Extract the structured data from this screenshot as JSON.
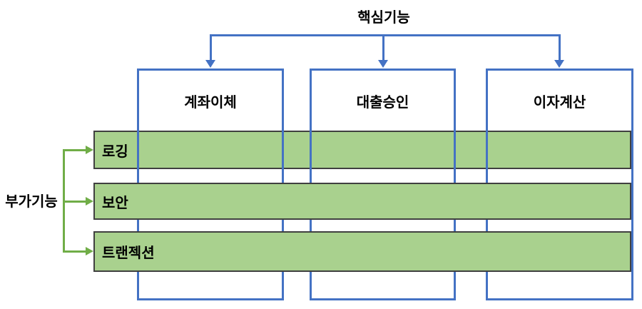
{
  "diagram": {
    "title_area": {
      "core_label": "핵심기능",
      "side_label": "부가기능"
    },
    "core_modules": [
      {
        "label": "계좌이체"
      },
      {
        "label": "대출승인"
      },
      {
        "label": "이자계산"
      }
    ],
    "crosscutting_concerns": [
      {
        "label": "로깅"
      },
      {
        "label": "보안"
      },
      {
        "label": "트랜젝션"
      }
    ],
    "colors": {
      "core_accent": "#4472C4",
      "concern_accent": "#70AD47",
      "concern_fill": "#A9D18E",
      "concern_border": "#404040",
      "background": "#FFFFFF",
      "text": "#000000"
    }
  }
}
